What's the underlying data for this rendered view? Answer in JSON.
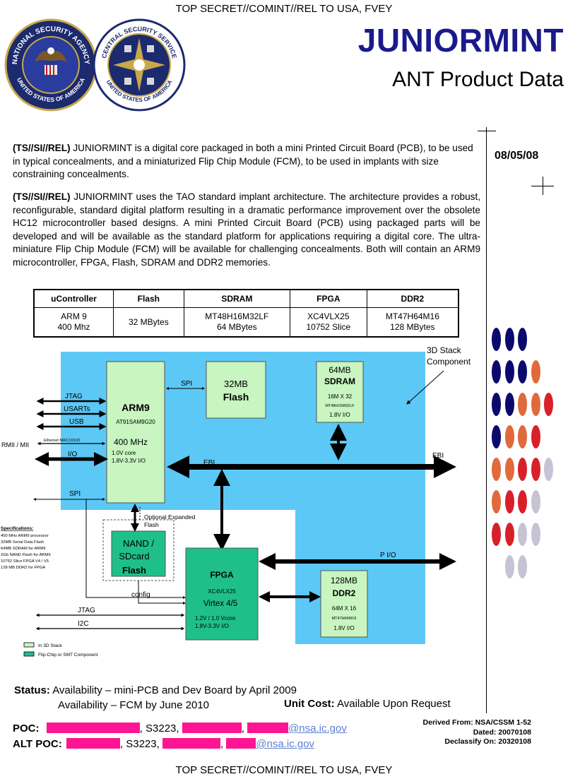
{
  "classification": {
    "top": "TOP SECRET//COMINT//REL TO USA, FVEY",
    "bottom": "TOP SECRET//COMINT//REL TO USA, FVEY"
  },
  "header": {
    "title": "JUNIORMINT",
    "subtitle": "ANT Product Data",
    "seal_nsa_text": [
      "NATIONAL SECURITY AGENCY",
      "UNITED STATES OF AMERICA"
    ],
    "seal_css_text": [
      "CENTRAL SECURITY SERVICE",
      "UNITED STATES OF AMERICA"
    ]
  },
  "date": "08/05/08",
  "paragraphs": [
    {
      "marking": "(TS//SI//REL)",
      "text": " JUNIORMINT is a digital core packaged in both a mini Printed Circuit Board (PCB), to be used in typical concealments, and a miniaturized Flip Chip Module (FCM), to be used in implants with size constraining concealments."
    },
    {
      "marking": "(TS//SI//REL)",
      "text": " JUNIORMINT uses the TAO standard implant architecture. The architecture provides a robust, reconfigurable, standard digital platform resulting in a dramatic performance improvement over the obsolete HC12 microcontroller based designs.  A mini Printed Circuit Board (PCB) using packaged parts will be developed and will be available as the standard platform for applications requiring a digital core.  The ultra-miniature Flip Chip Module (FCM) will be available for challenging concealments. Both will contain an ARM9 microcontroller, FPGA, Flash, SDRAM and DDR2 memories."
    }
  ],
  "spec_table": {
    "headers": [
      "uController",
      "Flash",
      "SDRAM",
      "FPGA",
      "DDR2"
    ],
    "row": [
      [
        "ARM 9",
        "400 Mhz"
      ],
      [
        "32 MBytes"
      ],
      [
        "MT48H16M32LF",
        "64 MBytes"
      ],
      [
        "XC4VLX25",
        "10752 Slice"
      ],
      [
        "MT47H64M16",
        "128 MBytes"
      ]
    ]
  },
  "diagram": {
    "stack_label": [
      "3D Stack",
      "Component"
    ],
    "arm9": {
      "title": "ARM9",
      "part": "AT91SAM9G20",
      "speed": "400 MHz",
      "core": "1.0V core",
      "io": "1.8V-3.3V I/O"
    },
    "flash": {
      "size": "32MB",
      "name": "Flash"
    },
    "sdram": {
      "size": "64MB",
      "name": "SDRAM",
      "org": "16M X 32",
      "part": "MT48H16M32LF",
      "io": "1.8V I/O"
    },
    "nand": {
      "line1": "NAND /",
      "line2": "SDcard",
      "line3": "Flash"
    },
    "fpga": {
      "title": "FPGA",
      "part": "XC4VLX25",
      "family": "Virtex 4/5",
      "core": "1.2V / 1.0 Vcore",
      "io": "1.8V-3.3V I/O"
    },
    "ddr2": {
      "size": "128MB",
      "name": "DDR2",
      "org": "64M X 16",
      "part": "MT47H64M16",
      "io": "1.8V I/O"
    },
    "signals": {
      "jtag": "JTAG",
      "usarts": "USARTs",
      "usb": "USB",
      "ethernet": "Ethernet MAC10/100",
      "rmii": "RMII / MII",
      "io": "I/O",
      "spi_top": "SPI",
      "spi_left": "SPI",
      "ebi_mid": "EBI",
      "ebi_right": "EBI",
      "optional": "Optional Expanded",
      "optional2": "Flash",
      "config": "config",
      "jtag2": "JTAG",
      "i2c": "I2C",
      "pio": "P I/O"
    },
    "specifications": {
      "heading": "Specifications:",
      "items": [
        "400 MHz ARM9 processor",
        "32MB Serial Data Flash",
        "64MB SDRAM for ARM9",
        "2Gb NAND Flash for ARM9",
        "10752 Slice FPGA V4 / V5",
        "128 MB DDR2 for FPGA"
      ]
    },
    "legend": [
      {
        "label": "In 3D Stack",
        "color": "#c8f5c0"
      },
      {
        "label": "Flip-Chip or SMT Component",
        "color": "#1fbf8a"
      }
    ],
    "colors": {
      "stack_bg": "#5cc8f5",
      "light_green": "#c8f5c0",
      "dark_green": "#1fbf8a"
    }
  },
  "rating_dots": {
    "colors": {
      "blue": "#0a0a6e",
      "orange": "#e06a3c",
      "red": "#d8202a",
      "gray": "#c4c4d4"
    },
    "rows": [
      [
        "blue",
        "blue",
        "blue"
      ],
      [
        "blue",
        "blue",
        "blue",
        "orange"
      ],
      [
        "blue",
        "blue",
        "orange",
        "orange",
        "red"
      ],
      [
        "blue",
        "orange",
        "orange",
        "red"
      ],
      [
        "orange",
        "orange",
        "red",
        "red",
        "gray"
      ],
      [
        "orange",
        "red",
        "red",
        "gray"
      ],
      [
        "red",
        "red",
        "gray",
        "gray"
      ],
      [
        "gray",
        "gray"
      ]
    ]
  },
  "status": {
    "label": "Status:",
    "line1": "Availability – mini-PCB and Dev Board by April 2009",
    "line2": "Availability – FCM by June 2010"
  },
  "unit_cost": {
    "label": "Unit Cost:",
    "value": "Available Upon Request"
  },
  "poc": {
    "label": "POC:",
    "org": ", S3223, ",
    "sep": ",",
    "email": "@nsa.ic.gov"
  },
  "alt_poc": {
    "label": "ALT POC:",
    "org": ", S3223, ",
    "sep": ",",
    "email": "@nsa.ic.gov"
  },
  "derived": {
    "line1": "Derived From: NSA/CSSM 1-52",
    "line2": "Dated: 20070108",
    "line3": "Declassify On: 20320108"
  }
}
